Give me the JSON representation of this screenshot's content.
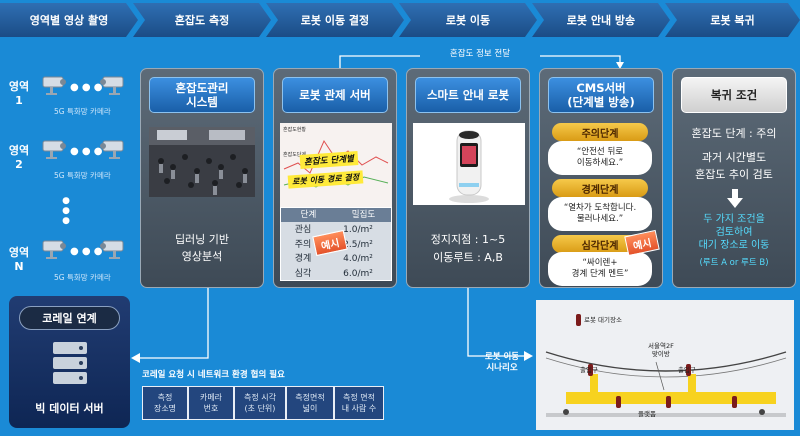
{
  "steps": [
    "영역별 영상 촬영",
    "혼잡도 측정",
    "로봇 이동 결정",
    "로봇 이동",
    "로봇 안내 방송",
    "로봇 복귀"
  ],
  "info_transfer": "혼잡도 정보 전달",
  "regions": [
    {
      "label_line1": "영역",
      "label_line2": "1",
      "caption": "5G 특화망 카메라"
    },
    {
      "label_line1": "영역",
      "label_line2": "2",
      "caption": "5G 특화망 카메라"
    },
    {
      "label_line1": "영역",
      "label_line2": "N",
      "caption": "5G 특화망 카메라"
    }
  ],
  "coreil": {
    "title": "코레일 연계",
    "server": "빅 데이터 서버"
  },
  "network_note": "코레일 요청 시 네트워크 환경 협의 필요",
  "data_table": [
    "측정\n장소명",
    "카메라\n번호",
    "측정 시각\n(초 단위)",
    "측정면적\n넓이",
    "측정 면적\n내 사람 수"
  ],
  "col1": {
    "title": "혼잡도관리\n시스템",
    "desc": "딥러닝 기반\n영상분석"
  },
  "col2": {
    "title": "로봇 관제 서버",
    "screen_small1": "혼잡도현황",
    "screen_small2": "혼잡도단계",
    "screen_big1": "혼잡도 단계별",
    "screen_big2": "로봇 이동 경로 결정",
    "table_header": [
      "단계",
      "밀집도"
    ],
    "table_rows": [
      [
        "관심",
        "1.0/m²"
      ],
      [
        "주의",
        "2.5/m²"
      ],
      [
        "경계",
        "4.0/m²"
      ],
      [
        "심각",
        "6.0/m²"
      ]
    ],
    "example": "예시"
  },
  "col3": {
    "title": "스마트 안내 로봇",
    "stop_text": "정지지점 : 1~5",
    "route_text": "이동루트 : A,B"
  },
  "col4": {
    "title": "CMS서버\n(단계별 방송)",
    "stages": [
      {
        "name": "주의단계",
        "msg": "“안전선 뒤로\n이동하세요.”"
      },
      {
        "name": "경계단계",
        "msg": "“열차가 도착합니다.\n물러나세요.”"
      },
      {
        "name": "심각단계",
        "msg": "“싸이렌+\n경계 단계 멘트”"
      }
    ],
    "example": "예시"
  },
  "col5": {
    "title": "복귀 조건",
    "cond1": "혼잡도 단계 : 주의",
    "cond2": "과거 시간별도\n혼잡도 추이 검토",
    "result": "두 가지 조건을\n검토하여\n대기 장소로 이동",
    "route": "(루트 A or 루트 B)"
  },
  "scenario": {
    "label": "로봇 이동\n시나리오",
    "standby": "로봇 대기장소",
    "station": "서울역2F\n맞이방",
    "exit1": "출입구",
    "exit2": "출입구",
    "stairs": "플랫폼"
  },
  "colors": {
    "background": "#1a8ad6",
    "step": "#1b4c86",
    "title_blue": "#2a7cd0",
    "stage_gold": "#f0b830",
    "badge_orange": "#f06a3a",
    "highlight": "#55ddff"
  }
}
